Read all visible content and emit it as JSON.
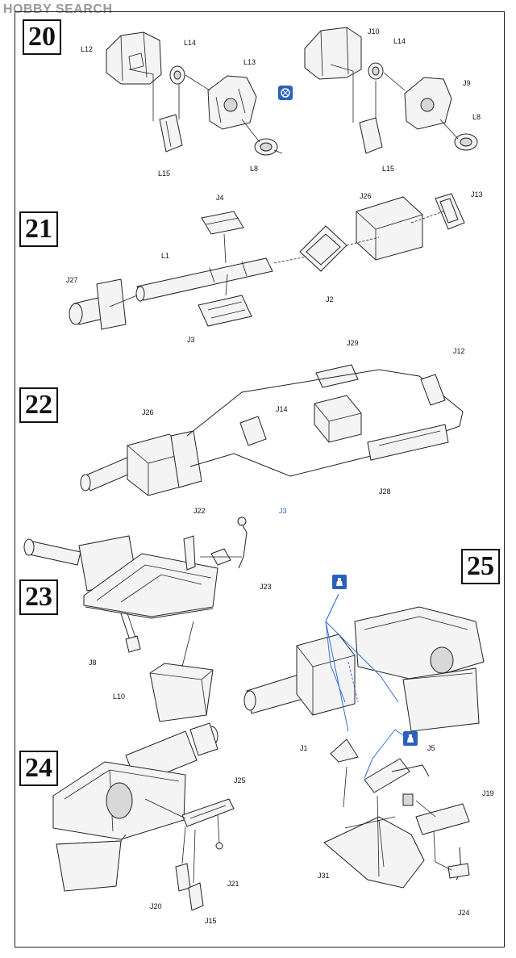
{
  "watermark": "HOBBY SEARCH",
  "steps": [
    "20",
    "21",
    "22",
    "23",
    "24",
    "25"
  ],
  "parts": {
    "s20": [
      "L12",
      "L14",
      "L13",
      "L15",
      "L8",
      "J10",
      "L14",
      "J9",
      "L8",
      "L15"
    ],
    "s21": [
      "J4",
      "J26",
      "J13",
      "L1",
      "J27",
      "J2",
      "J3"
    ],
    "s22": [
      "J29",
      "J12",
      "J26",
      "J14",
      "J28"
    ],
    "s23": [
      "J22",
      "J3",
      "J23",
      "J8",
      "L10"
    ],
    "s24": [
      "J25",
      "J21",
      "J20",
      "J15"
    ],
    "s25": [
      "J1",
      "J5",
      "J19",
      "J31",
      "J24"
    ]
  },
  "icons": {
    "s20": "either-option-icon",
    "s25": [
      "glue-bottle-icon",
      "glue-bottle-icon"
    ]
  },
  "colors": {
    "line": "#222222",
    "note": "#2b5fc0",
    "icon": "#2b5fc0"
  }
}
